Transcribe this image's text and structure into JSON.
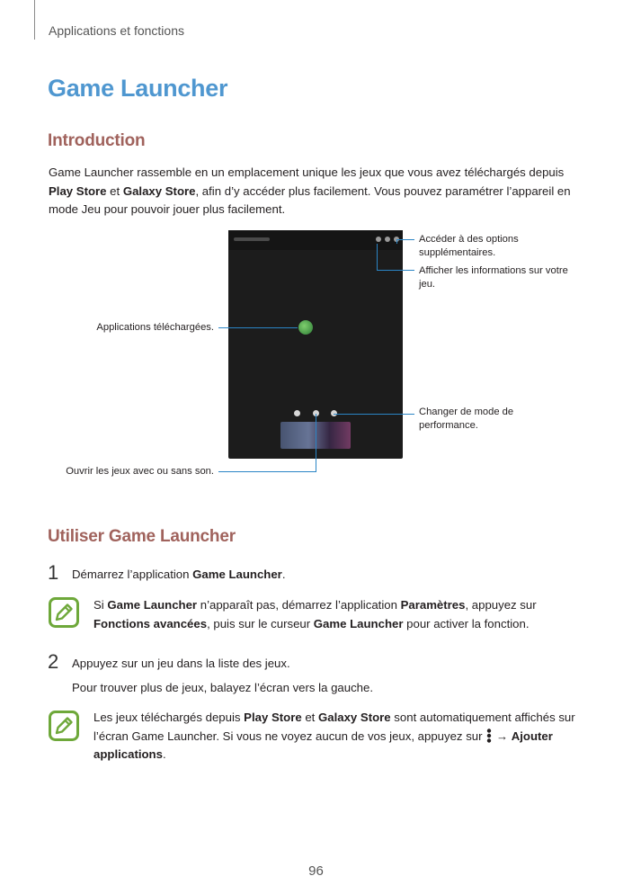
{
  "header": {
    "section": "Applications et fonctions"
  },
  "title": "Game Launcher",
  "intro": {
    "heading": "Introduction",
    "p1": "Game Launcher rassemble en un emplacement unique les jeux que vous avez téléchargés depuis",
    "b1": "Play Store",
    "p2": " et ",
    "b2": "Galaxy Store",
    "p3": ", afin d’y accéder plus facilement. Vous pouvez paramétrer l’appareil en mode Jeu pour pouvoir jouer plus facilement."
  },
  "callouts": {
    "options": "Accéder à des options supplémentaires.",
    "info": "Afficher les informations sur votre jeu.",
    "apps": "Applications téléchargées.",
    "perf": "Changer de mode de performance.",
    "sound": "Ouvrir les jeux avec ou sans son."
  },
  "use": {
    "heading": "Utiliser Game Launcher",
    "step1": {
      "num": "1",
      "pre": "Démarrez l’application ",
      "bold": "Game Launcher",
      "post": "."
    },
    "note1": {
      "t1": "Si ",
      "b1": "Game Launcher",
      "t2": " n’apparaît pas, démarrez l’application ",
      "b2": "Paramètres",
      "t3": ", appuyez sur ",
      "b3": "Fonctions avancées",
      "t4": ", puis sur le curseur ",
      "b4": "Game Launcher",
      "t5": " pour activer la fonction."
    },
    "step2": {
      "num": "2",
      "text": "Appuyez sur un jeu dans la liste des jeux.",
      "sub": "Pour trouver plus de jeux, balayez l’écran vers la gauche."
    },
    "note2": {
      "t1": "Les jeux téléchargés depuis ",
      "b1": "Play Store",
      "t2": " et ",
      "b2": "Galaxy Store",
      "t3": " sont automatiquement affichés sur l’écran Game Launcher. Si vous ne voyez aucun de vos jeux, appuyez sur ",
      "arrow": " → ",
      "b3": "Ajouter applications",
      "t4": "."
    }
  },
  "page_number": "96",
  "colors": {
    "title": "#4f97d0",
    "section": "#a0625c",
    "callout": "#2b85c5",
    "note_icon": "#6ea83a"
  },
  "icons": {
    "note": "pencil-note-icon",
    "more": "more-options-icon"
  }
}
